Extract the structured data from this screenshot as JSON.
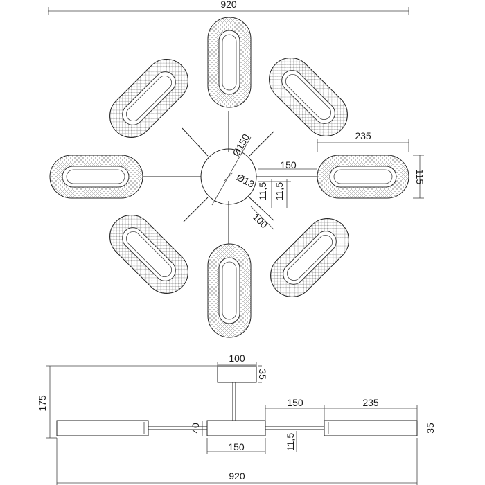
{
  "top_view": {
    "overall_width": "920",
    "canopy_diameter": "Ø150",
    "center_hole": "Ø13",
    "arm_length": "150",
    "arm_thickness_a": "11,5",
    "arm_thickness_b": "11,5",
    "diagonal_arm": "100",
    "shade_length": "235",
    "shade_width": "115"
  },
  "side_view": {
    "canopy_width": "100",
    "canopy_height": "35",
    "total_height": "175",
    "arm_length": "150",
    "shade_length": "235",
    "body_height": "40",
    "body_width": "150",
    "arm_thickness": "11,5",
    "shade_height": "35",
    "overall_width": "920"
  }
}
